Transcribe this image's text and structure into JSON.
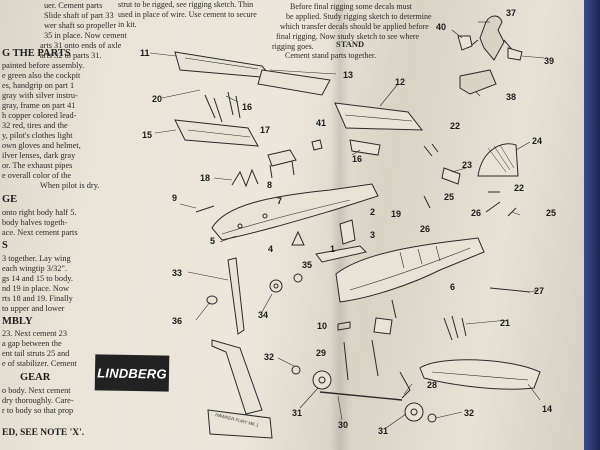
{
  "brand": {
    "logo_text": "LINDBERG"
  },
  "left_column": {
    "lines_a": [
      "uer. Cement parts",
      "Slide shaft of part 33",
      "wer shaft so propeller",
      "35 in place. Now cement",
      "arts 31 onto ends of axle",
      "arts 32 to parts 31."
    ],
    "heading_assembly": "G THE PARTS",
    "lines_b": [
      "painted before assembly.",
      "e green also the cockpit",
      "es, handgrip on part 1",
      "gray with silver instru-",
      "gray, frame on part 41",
      "h copper colored lead-",
      "32 red, tires and the",
      "y, pilot's clothes light",
      "own gloves and helmet,",
      "ilver lenses, dark gray",
      "or. The exhaust pipes",
      "e overall color of the",
      "When pilot is dry."
    ],
    "heading_fuselage": "GE",
    "lines_c": [
      "onto right body half 5.",
      "body halves togeth-",
      "ace. Next cement parts"
    ],
    "heading_wings": "S",
    "lines_d": [
      "3 together. Lay wing",
      "each wingtip 3/32\".",
      "gs 14 and 15 to body.",
      "nd 19 in place. Now",
      "rts 18 and 19. Finally",
      "to upper and lower"
    ],
    "heading_tail": "MBLY",
    "lines_e": [
      "23. Next cement 23",
      "a gap between the",
      "ent tail struts 25 and",
      "e of stabilizer. Cement"
    ],
    "heading_gear": "GEAR",
    "lines_f": [
      "o body. Next cement",
      "dry thoroughly. Care-",
      "r to body so that prop"
    ],
    "note_line": "ED, SEE NOTE 'X'."
  },
  "top_text": {
    "left_lines": [
      "strut to be rigged, see rigging sketch. Thin",
      "used in place of wire. Use cement to secure",
      "in kit."
    ],
    "right_lines": [
      "Before final rigging some decals must",
      "be applied. Study rigging sketch to determine",
      "which transfer decals should be applied before",
      "final rigging. Now study sketch to see where",
      "rigging goes."
    ],
    "stand_heading": "STAND",
    "stand_text": "Cement stand parts together."
  },
  "stand_label": "HAWKER FURY MK 1",
  "callouts": [
    "40",
    "37",
    "39",
    "38",
    "11",
    "13",
    "12",
    "20",
    "16",
    "15",
    "17",
    "41",
    "22",
    "24",
    "16",
    "18",
    "8",
    "23",
    "22",
    "9",
    "7",
    "25",
    "2",
    "5",
    "3",
    "26",
    "19",
    "26",
    "25",
    "4",
    "1",
    "33",
    "35",
    "6",
    "27",
    "34",
    "36",
    "10",
    "21",
    "29",
    "32",
    "28",
    "31",
    "30",
    "14",
    "31",
    "32"
  ]
}
